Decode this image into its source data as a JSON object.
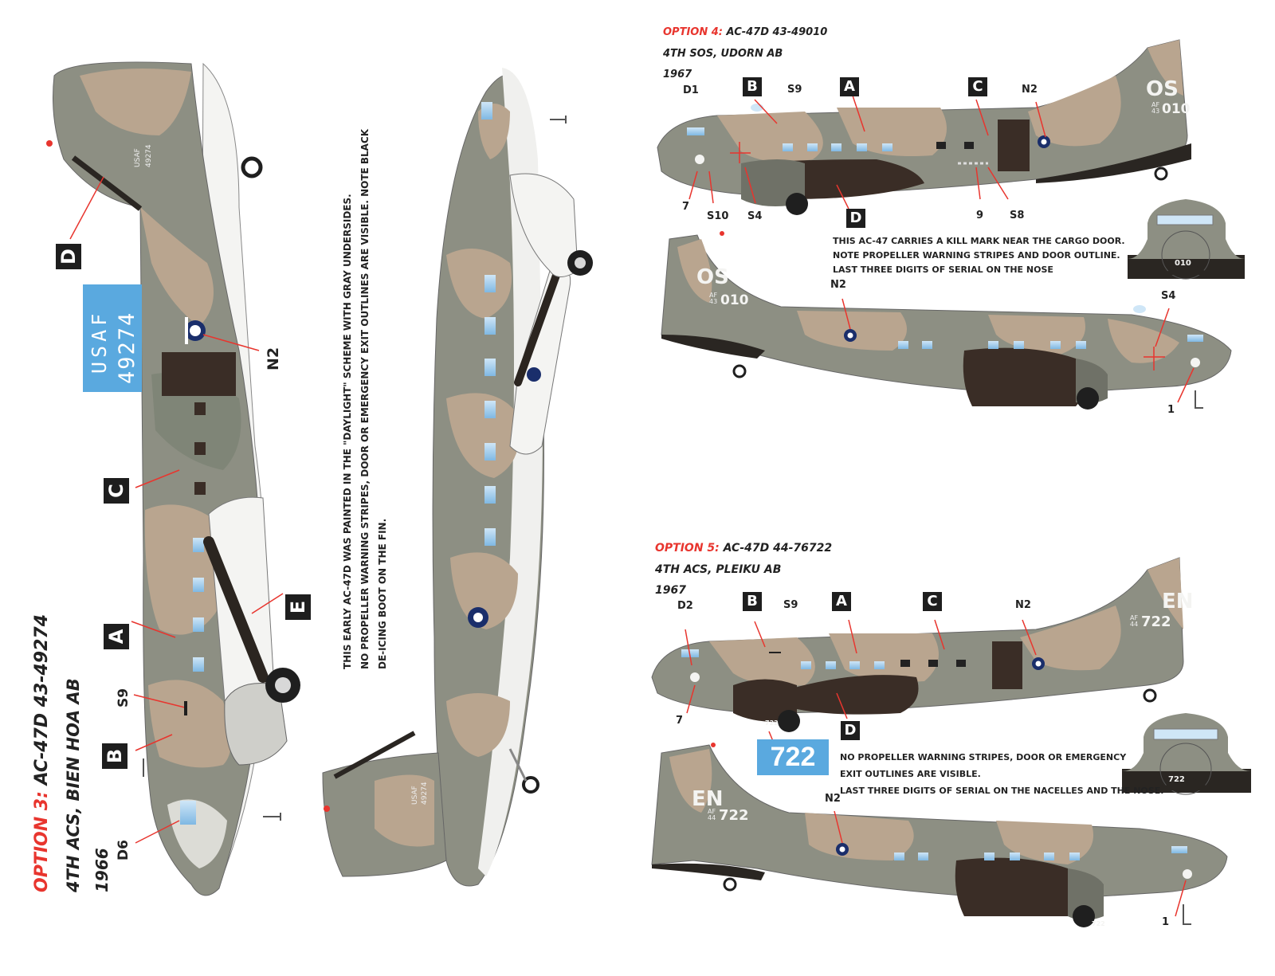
{
  "colors": {
    "tan": "#b9a58f",
    "grey": "#8d8f83",
    "olive": "#8a8f77",
    "dark": "#3a2d26",
    "white": "#f4f4f2",
    "blue_box": "#5aa9df",
    "red_accent": "#e8352e"
  },
  "option3": {
    "label": "OPTION 3:",
    "title": "AC-47D 43-49274",
    "unit": "4TH ACS, BIEN HOA AB",
    "year": "1966",
    "serial_box_line1": "USAF",
    "serial_box_line2": "49274",
    "fin_serial_top": "USAF",
    "fin_serial_number": "49274",
    "callouts": [
      "D",
      "C",
      "A",
      "B",
      "E"
    ],
    "small_labels": [
      "N2",
      "S9",
      "D6"
    ],
    "note_line1": "THIS EARLY AC-47D WAS PAINTED IN THE \"DAYLIGHT\" SCHEME WITH GRAY UNDERSIDES.",
    "note_line2": "NO PROPELLER WARNING STRIPES, DOOR OR EMERGENCY EXIT OUTLINES ARE VISIBLE. NOTE BLACK",
    "note_line3": "DE-ICING BOOT ON THE FIN."
  },
  "top_view": {
    "fin_serial_top": "USAF",
    "fin_serial_number": "49274"
  },
  "option4": {
    "label": "OPTION 4:",
    "title": "AC-47D 43-49010",
    "unit": "4TH SOS, UDORN AB",
    "year": "1967",
    "tail_code": "OS",
    "tail_prefix": "AF 43",
    "tail_serial": "010",
    "nose_serial": "010",
    "callouts": [
      "B",
      "A",
      "C",
      "D"
    ],
    "small_labels": [
      "D1",
      "S9",
      "N2",
      "7",
      "S10",
      "S4",
      "9",
      "S8",
      "N2",
      "S4",
      "1"
    ],
    "notes": [
      "THIS AC-47 CARRIES A KILL MARK NEAR THE CARGO DOOR.",
      "NOTE PROPELLER WARNING STRIPES AND DOOR OUTLINE.",
      "LAST THREE DIGITS OF SERIAL ON THE NOSE"
    ]
  },
  "option5": {
    "label": "OPTION 5:",
    "title": "AC-47D 44-76722",
    "unit": "4TH ACS, PLEIKU AB",
    "year": "1967",
    "tail_code": "EN",
    "tail_prefix": "AF 44",
    "tail_serial": "722",
    "nose_serial": "722",
    "serial_box": "722",
    "nacelle_serial": "722",
    "callouts": [
      "B",
      "A",
      "C",
      "D"
    ],
    "small_labels": [
      "D2",
      "S9",
      "N2",
      "7",
      "N2",
      "1"
    ],
    "notes": [
      "NO PROPELLER WARNING STRIPES, DOOR OR EMERGENCY",
      "EXIT OUTLINES ARE VISIBLE.",
      "LAST THREE DIGITS OF SERIAL ON THE NACELLES AND THE NOSE."
    ]
  }
}
